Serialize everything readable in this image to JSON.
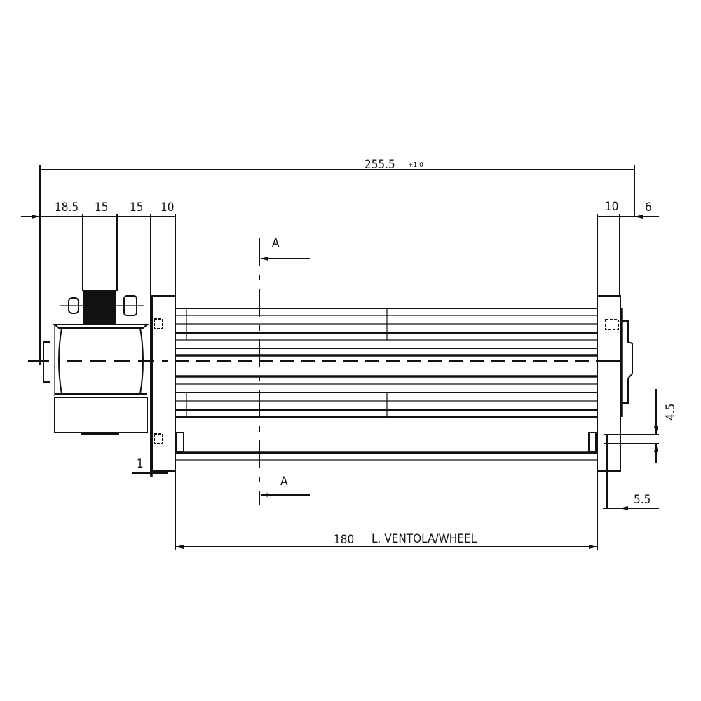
{
  "dimensions": {
    "overall_length": "255.5",
    "overall_tolerance": "+1.0",
    "left_1": "18.5",
    "left_2": "15",
    "left_3": "15",
    "left_4": "10",
    "right_flange": "10",
    "right_hub": "6",
    "plate": "1",
    "hole_spacing": "4.5",
    "hole_offset": "5.5",
    "wheel_length": "180",
    "wheel_label": "L. VENTOLA/WHEEL"
  },
  "section": {
    "top": "A",
    "bottom": "A"
  }
}
